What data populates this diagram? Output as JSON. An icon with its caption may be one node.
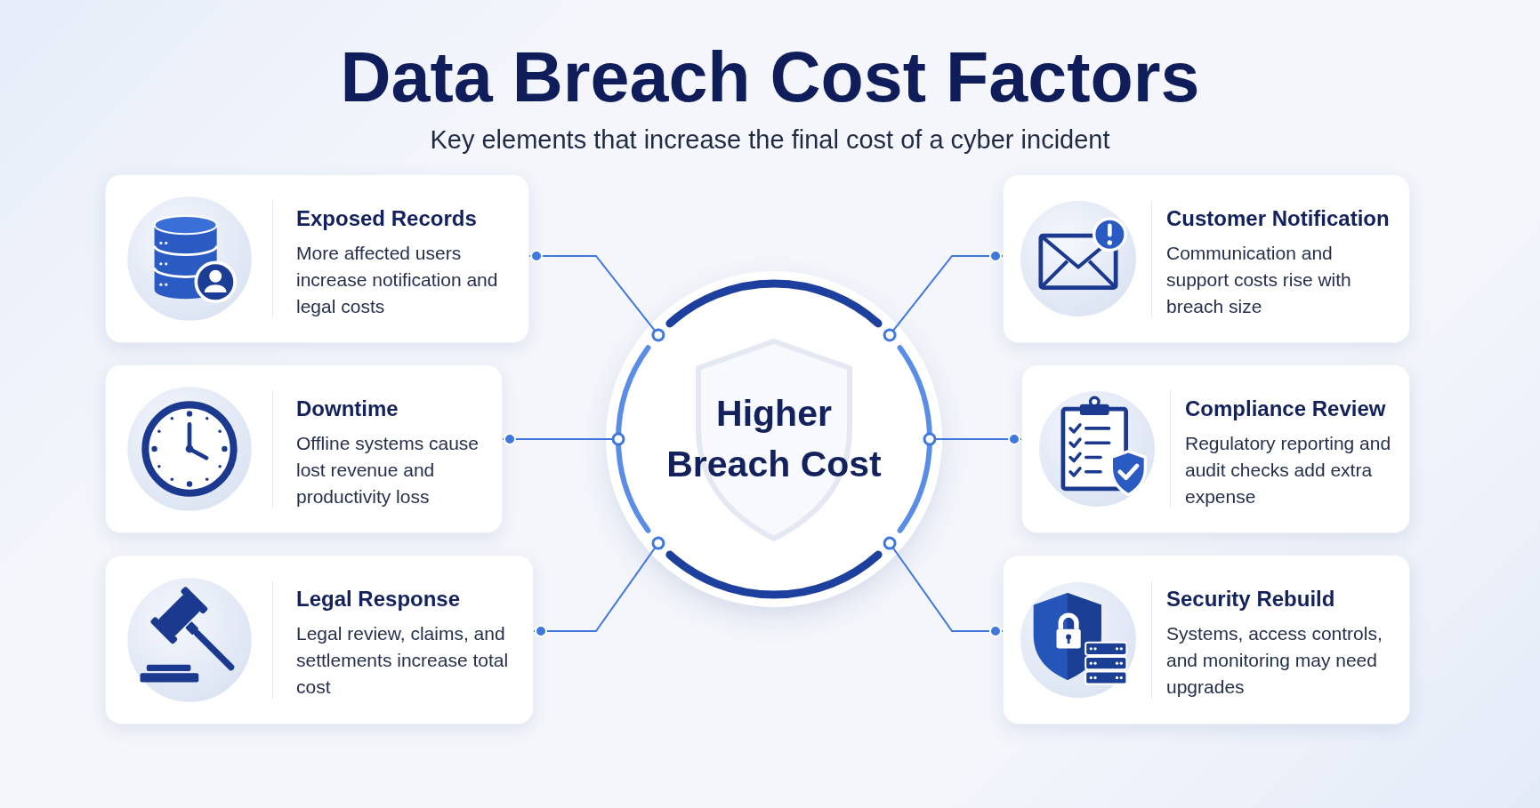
{
  "diagram": {
    "title": "Data Breach Cost Factors",
    "nodes": [
      {
        "text": [
          "Exposed Records",
          "More affected users increase notification and legal costs"
        ]
      },
      {
        "text": [
          "Customer Notification",
          "Communication and support costs rise with breach size"
        ]
      },
      {
        "text": [
          "Downtime",
          "Offline systems cause lost revenue and productivity loss"
        ]
      },
      {
        "text": [
          "Higher Breach Cost"
        ]
      },
      {
        "text": [
          "Compliance Review",
          "Regulatory reporting and audit checks add extra expense"
        ]
      },
      {
        "text": [
          "Legal Response",
          "Legal review, claims, and settlements increase total cost"
        ]
      },
      {
        "text": [
          "Security Rebuild",
          "Systems, access controls, and monitoring may need upgrades"
        ]
      }
    ],
    "edges": [
      {
        "from": 0,
        "to": 3,
        "arrow": "other"
      },
      {
        "from": 1,
        "to": 3,
        "arrow": "other"
      },
      {
        "from": 2,
        "to": 3,
        "arrow": "other"
      },
      {
        "from": 4,
        "to": 3,
        "arrow": "other"
      },
      {
        "from": 5,
        "to": 3,
        "arrow": "other"
      },
      {
        "from": 6,
        "to": 3,
        "arrow": "other"
      }
    ],
    "labels": [
      "Key elements that increase the final cost of a cyber incident"
    ]
  }
}
